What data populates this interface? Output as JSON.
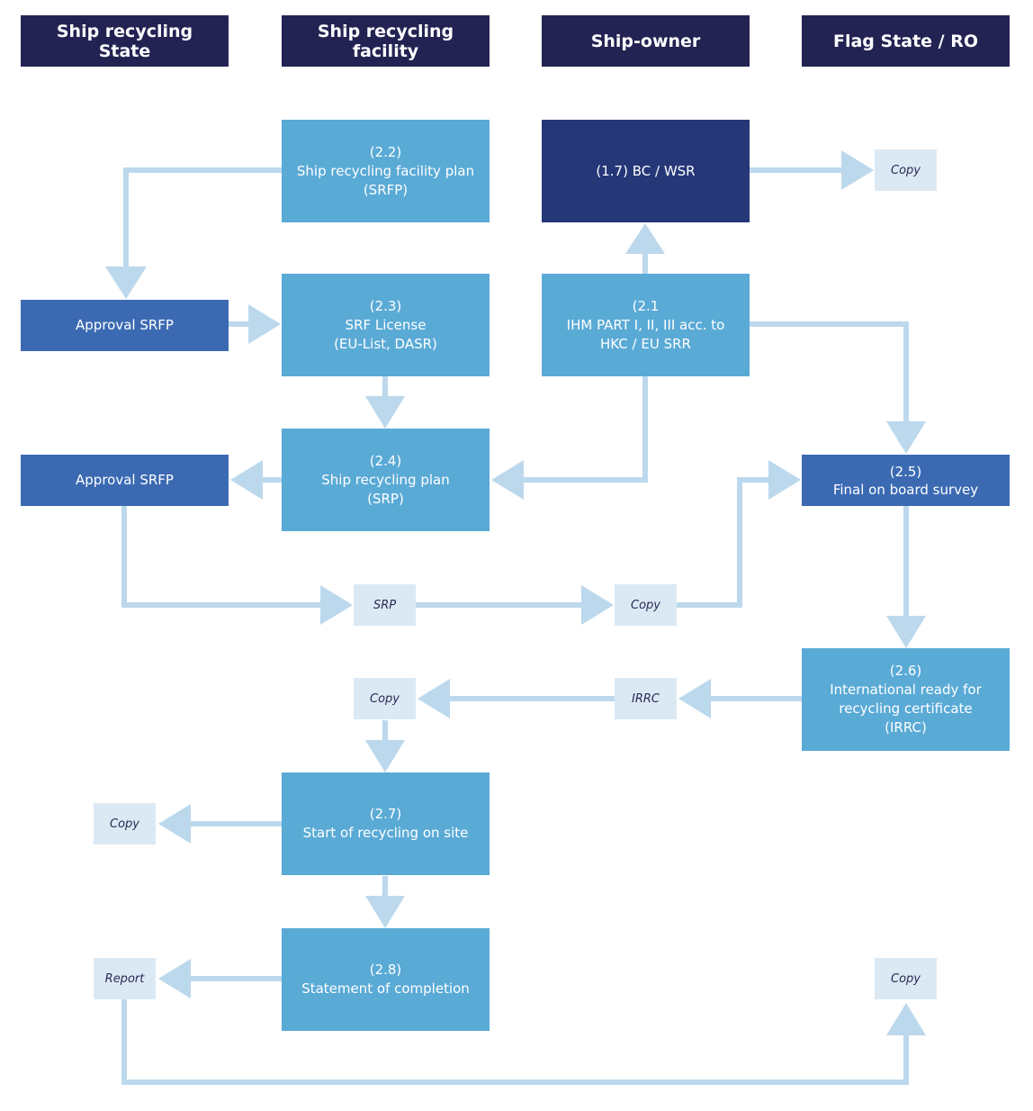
{
  "headers": {
    "col1": "Ship recycling State",
    "col2": "Ship recycling facility",
    "col3": "Ship-owner",
    "col4": "Flag State / RO"
  },
  "nodes": {
    "srfp": {
      "code": "(2.2)",
      "lines": [
        "Ship recycling facility plan",
        "(SRFP)"
      ]
    },
    "bc_wsr": {
      "code": "(1.7)",
      "text": "BC / WSR"
    },
    "license": {
      "code": "(2.3)",
      "lines": [
        "SRF License",
        "(EU-List, DASR)"
      ]
    },
    "ihm": {
      "code": "(2.1",
      "lines": [
        "IHM PART I, II, III acc. to",
        "HKC / EU SRR"
      ]
    },
    "srp": {
      "code": "(2.4)",
      "lines": [
        "Ship recycling plan",
        "(SRP)"
      ]
    },
    "final": {
      "code": "(2.5)",
      "lines": [
        "Final on board survey"
      ]
    },
    "irrc": {
      "code": "(2.6)",
      "lines": [
        "International ready for",
        "recycling certificate",
        "(IRRC)"
      ]
    },
    "start": {
      "code": "(2.7)",
      "lines": [
        "Start of recycling on site"
      ]
    },
    "statement": {
      "code": "(2.8)",
      "lines": [
        "Statement of completion"
      ]
    }
  },
  "approvals": {
    "approval1": "Approval SRFP",
    "approval2": "Approval SRFP"
  },
  "tags": {
    "copy_bc": "Copy",
    "srp_tag": "SRP",
    "copy_srp": "Copy",
    "irrc_tag": "IRRC",
    "copy_irrc": "Copy",
    "copy_start": "Copy",
    "report": "Report",
    "copy_final": "Copy"
  },
  "colors": {
    "header": "#232353",
    "dark": "#263778",
    "mid": "#3b6ab3",
    "light": "#5aaad6",
    "tag": "#dbe9f4",
    "connector": "#bcd8ec"
  }
}
